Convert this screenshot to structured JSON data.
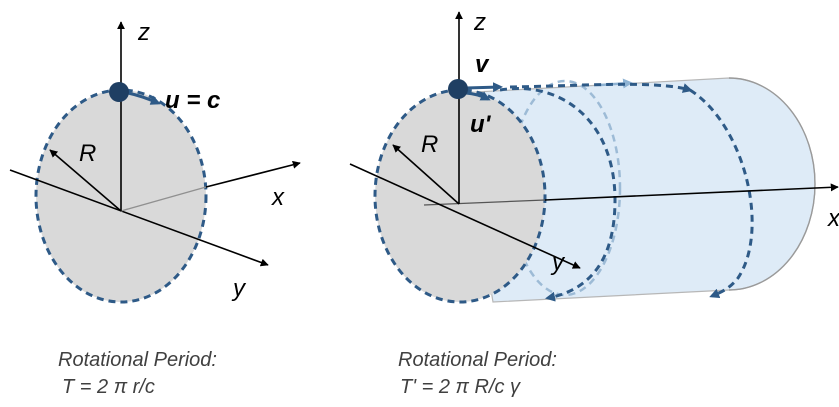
{
  "left": {
    "axis_z": "z",
    "axis_x": "x",
    "axis_y": "y",
    "radius_label": "R",
    "velocity_label": "u = c",
    "caption_title": "Rotational Period:",
    "caption_formula": "T = 2 π r/c"
  },
  "right": {
    "axis_z": "z",
    "axis_x": "x",
    "axis_y": "y",
    "radius_label": "R",
    "velocity_v_label": "v",
    "velocity_u_label": "u'",
    "caption_title": "Rotational Period:",
    "caption_formula": "T' = 2 π R/c γ"
  },
  "colors": {
    "disk_fill": "#d9d9d9",
    "dash_stroke": "#2e5a87",
    "cylinder_fill": "#deebf7",
    "particle": "#1f3f63"
  }
}
